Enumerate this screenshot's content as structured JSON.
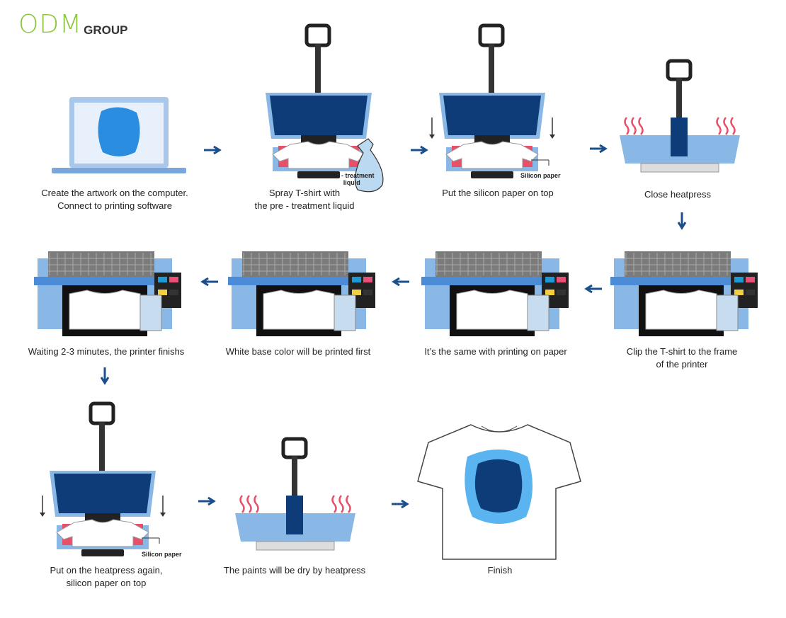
{
  "logo": {
    "brand": "ODM",
    "suffix": "GROUP",
    "color": "#8cc63f"
  },
  "colors": {
    "dark_blue": "#0d3c78",
    "light_blue": "#8ab8e6",
    "red": "#e8506a",
    "arrow": "#1b4f8c"
  },
  "steps": [
    {
      "illustration": "laptop-icon",
      "label": "Create the artwork on the computer.\nConnect to printing software"
    },
    {
      "illustration": "heatpress-open-icon",
      "label": "Spray T-shirt with\nthe pre - treatment liquid",
      "note": "Pre - treatment\nliquid"
    },
    {
      "illustration": "heatpress-open-icon",
      "label": "Put the silicon paper on top",
      "note": "Silicon paper"
    },
    {
      "illustration": "heatpress-closed-icon",
      "label": "Close heatpress"
    },
    {
      "illustration": "printer-icon",
      "label": "Clip the T-shirt to the frame\nof the printer"
    },
    {
      "illustration": "printer-icon",
      "label": "It’s the same with printing on paper"
    },
    {
      "illustration": "printer-icon",
      "label": "White base color will be printed first"
    },
    {
      "illustration": "printer-icon",
      "label": "Waiting 2-3 minutes, the printer finishs"
    },
    {
      "illustration": "heatpress-open-icon",
      "label": "Put on the heatpress again,\nsilicon paper on top",
      "note": "Silicon paper"
    },
    {
      "illustration": "heatpress-closed-icon",
      "label": "The paints will be dry by heatpress"
    },
    {
      "illustration": "tshirt-icon",
      "label": "Finish"
    }
  ]
}
